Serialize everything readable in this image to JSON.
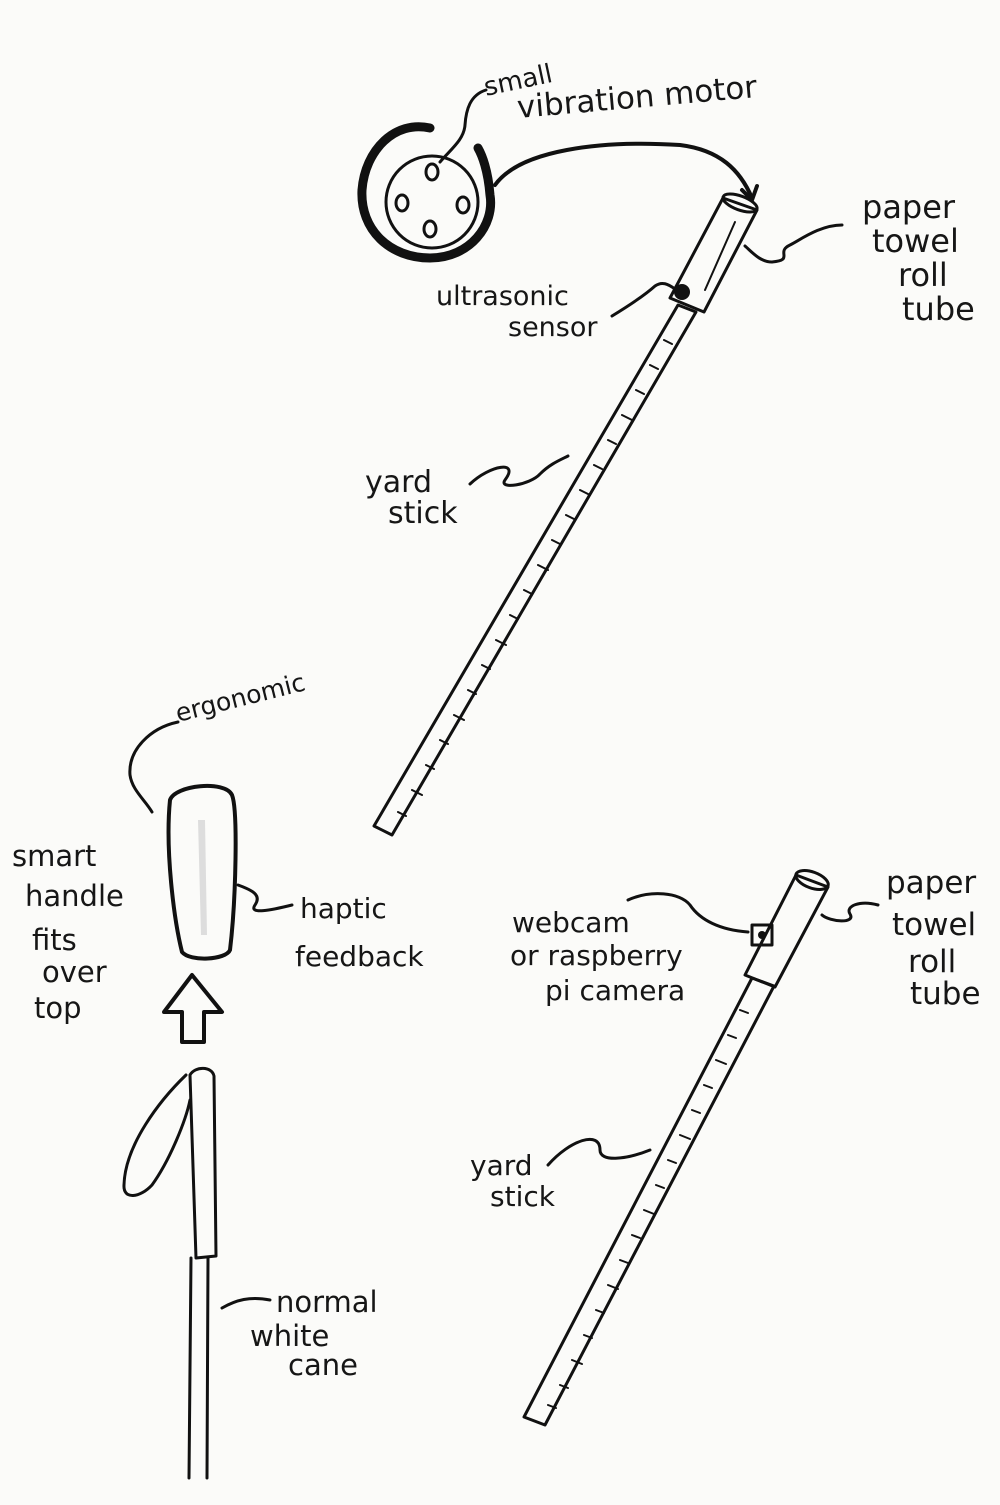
{
  "labels": {
    "vibration_motor": [
      "small",
      "vibration motor"
    ],
    "paper_tube_top": [
      "paper",
      "towel",
      "roll",
      "tube"
    ],
    "ultrasonic": [
      "ultrasonic",
      "sensor"
    ],
    "yard_stick_top": [
      "yard",
      "stick"
    ],
    "ergonomic": "ergonomic",
    "smart_handle": [
      "smart",
      "handle",
      "fits",
      "over",
      "top"
    ],
    "haptic": [
      "haptic",
      "feedback"
    ],
    "webcam": [
      "webcam",
      "or raspberry",
      "pi camera"
    ],
    "paper_tube_bottom": [
      "paper",
      "towel",
      "roll",
      "tube"
    ],
    "yard_stick_bottom": [
      "yard",
      "stick"
    ],
    "white_cane": [
      "normal",
      "white",
      "cane"
    ]
  },
  "colors": {
    "ink": "#111111",
    "paper": "#fbfbf9"
  }
}
